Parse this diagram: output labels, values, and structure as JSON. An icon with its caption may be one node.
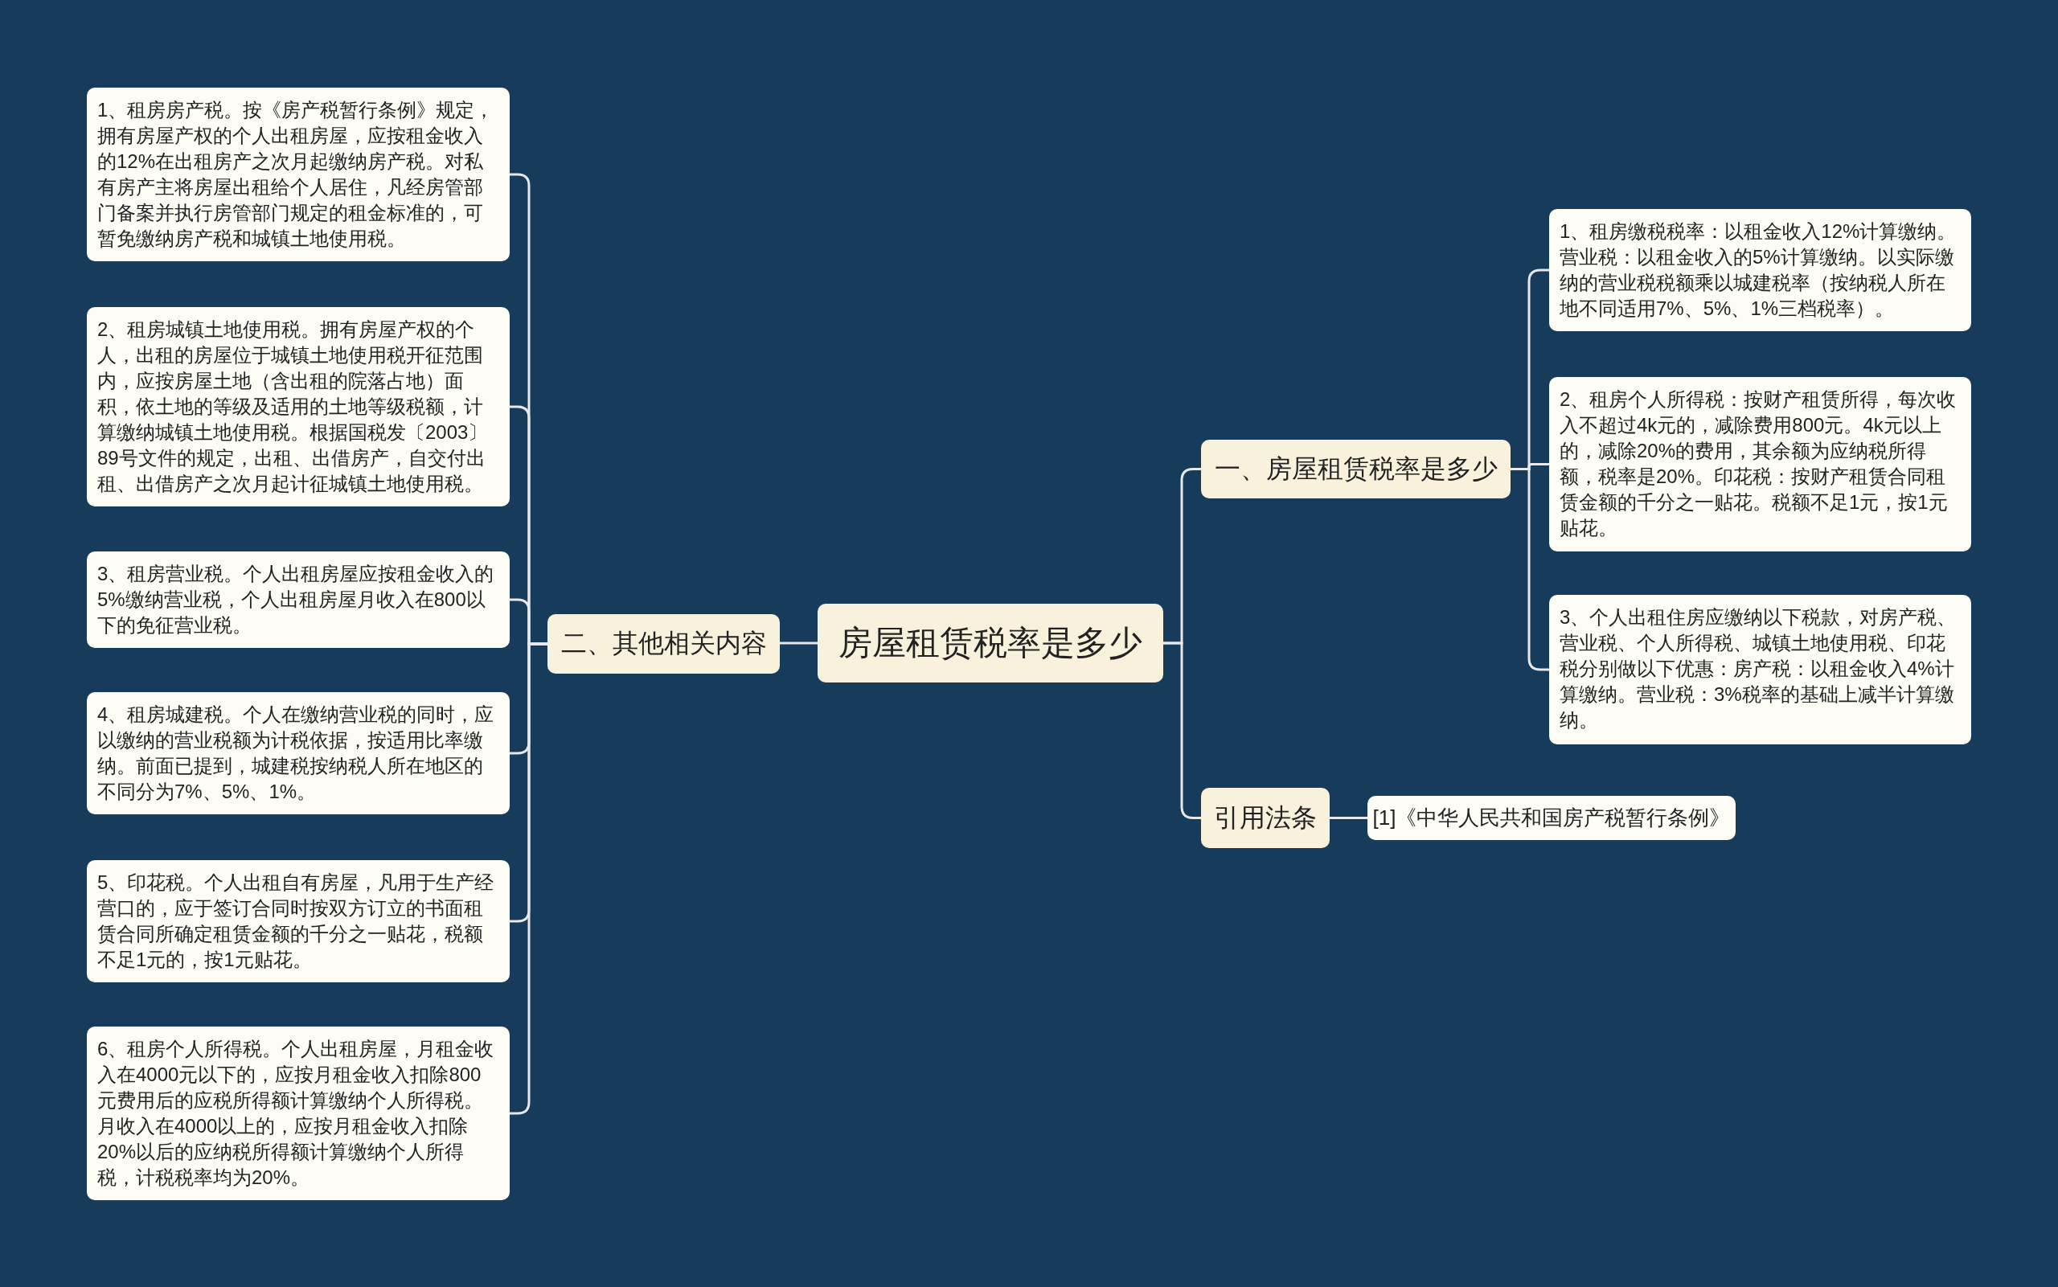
{
  "diagram": {
    "nodes": [
      {
        "text": [
          "房屋租赁税率是多少"
        ]
      },
      {
        "text": [
          "一、房屋租赁税率是多少"
        ]
      },
      {
        "text": [
          "1、租房缴税税率：以租金收入12%计算缴纳。营业税：以租金收入的5%计算缴纳。以实际缴纳的营业税税额乘以城建税率（按纳税人所在地不同适用7%、5%、1%三档税率）。"
        ]
      },
      {
        "text": [
          "2、租房个人所得税：按财产租赁所得，每次收入不超过4k元的，减除费用800元。4k元以上的，减除20%的费用，其余额为应纳税所得额，税率是20%。印花税：按财产租赁合同租赁金额的千分之一贴花。税额不足1元，按1元贴花。"
        ]
      },
      {
        "text": [
          "3、个人出租住房应缴纳以下税款，对房产税、营业税、个人所得税、城镇土地使用税、印花税分别做以下优惠：房产税：以租金收入4%计算缴纳。营业税：3%税率的基础上减半计算缴纳。"
        ]
      },
      {
        "text": [
          "引用法条"
        ]
      },
      {
        "text": [
          "[1]《中华人民共和国房产税暂行条例》"
        ]
      },
      {
        "text": [
          "二、其他相关内容"
        ]
      },
      {
        "text": [
          "1、租房房产税。按《房产税暂行条例》规定，拥有房屋产权的个人出租房屋，应按租金收入的12%在出租房产之次月起缴纳房产税。对私有房产主将房屋出租给个人居住，凡经房管部门备案并执行房管部门规定的租金标准的，可暂免缴纳房产税和城镇土地使用税。"
        ]
      },
      {
        "text": [
          "2、租房城镇土地使用税。拥有房屋产权的个人，出租的房屋位于城镇土地使用税开征范围内，应按房屋土地（含出租的院落占地）面积，依土地的等级及适用的土地等级税额，计算缴纳城镇土地使用税。根据国税发〔2003〕89号文件的规定，出租、出借房产，自交付出租、出借房产之次月起计征城镇土地使用税。"
        ]
      },
      {
        "text": [
          "3、租房营业税。个人出租房屋应按租金收入的5%缴纳营业税，个人出租房屋月收入在800以下的免征营业税。"
        ]
      },
      {
        "text": [
          "4、租房城建税。个人在缴纳营业税的同时，应以缴纳的营业税额为计税依据，按适用比率缴纳。前面已提到，城建税按纳税人所在地区的不同分为7%、5%、1%。"
        ]
      },
      {
        "text": [
          "5、印花税。个人出租自有房屋，凡用于生产经营口的，应于签订合同时按双方订立的书面租赁合同所确定租赁金额的千分之一贴花，税额不足1元的，按1元贴花。"
        ]
      },
      {
        "text": [
          "6、租房个人所得税。个人出租房屋，月租金收入在4000元以下的，应按月租金收入扣除800元费用后的应税所得额计算缴纳个人所得税。月收入在4000以上的，应按月租金收入扣除20%以后的应纳税所得额计算缴纳个人所得税，计税税率均为20%。"
        ]
      }
    ],
    "edges": [
      {
        "from": 0,
        "to": 1,
        "arrow": "none"
      },
      {
        "from": 1,
        "to": 2,
        "arrow": "none"
      },
      {
        "from": 1,
        "to": 3,
        "arrow": "none"
      },
      {
        "from": 1,
        "to": 4,
        "arrow": "none"
      },
      {
        "from": 0,
        "to": 5,
        "arrow": "none"
      },
      {
        "from": 5,
        "to": 6,
        "arrow": "none"
      },
      {
        "from": 0,
        "to": 7,
        "arrow": "none"
      },
      {
        "from": 7,
        "to": 8,
        "arrow": "none"
      },
      {
        "from": 7,
        "to": 9,
        "arrow": "none"
      },
      {
        "from": 7,
        "to": 10,
        "arrow": "none"
      },
      {
        "from": 7,
        "to": 11,
        "arrow": "none"
      },
      {
        "from": 7,
        "to": 12,
        "arrow": "none"
      },
      {
        "from": 7,
        "to": 13,
        "arrow": "none"
      }
    ]
  }
}
